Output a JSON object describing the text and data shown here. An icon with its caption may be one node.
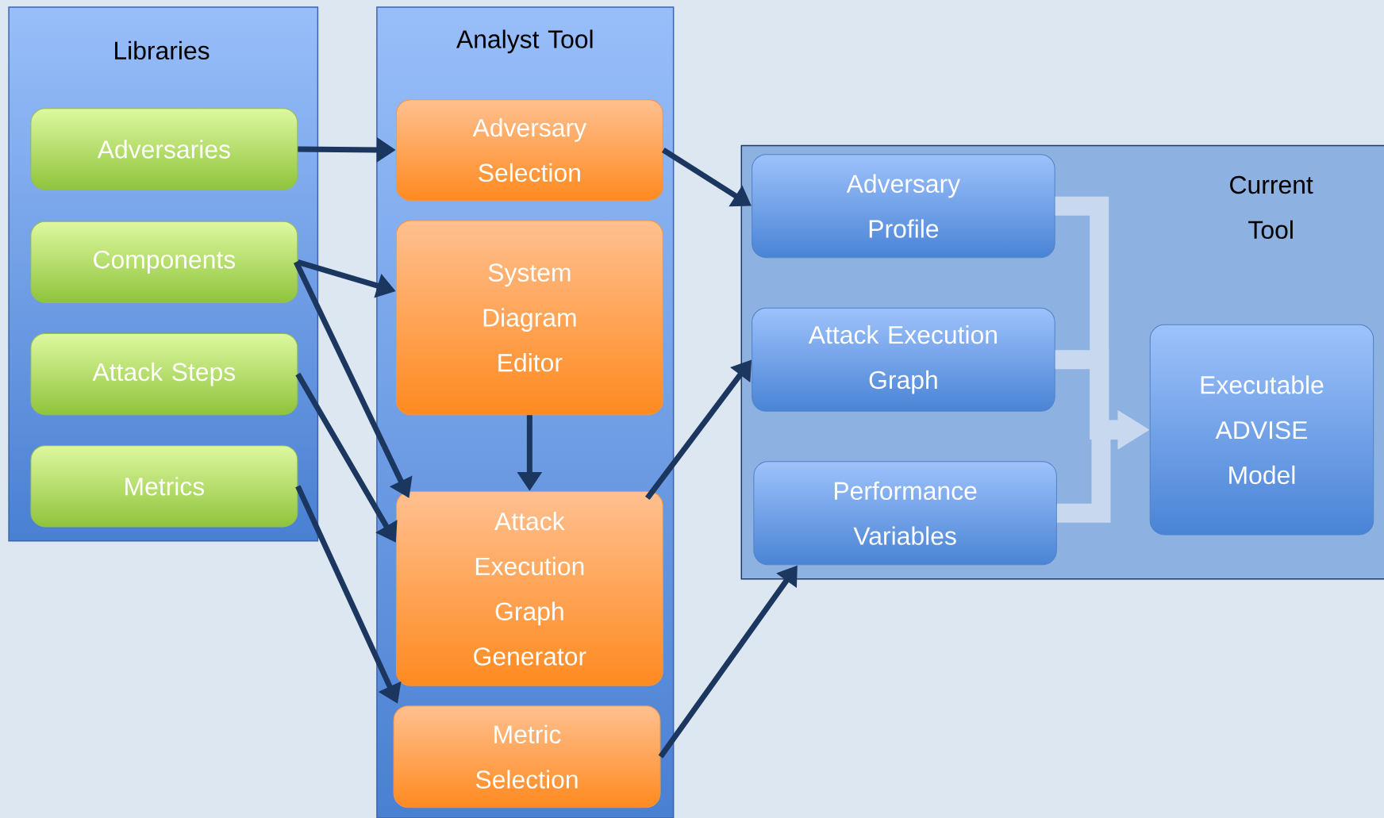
{
  "diagram": {
    "nodes": [
      {
        "text": [
          "Libraries"
        ]
      },
      {
        "text": [
          "Adversaries"
        ],
        "in": 0
      },
      {
        "text": [
          "Components"
        ],
        "in": 0
      },
      {
        "text": [
          "Attack Steps"
        ],
        "in": 0
      },
      {
        "text": [
          "Metrics"
        ],
        "in": 0
      },
      {
        "text": [
          "Analyst Tool"
        ]
      },
      {
        "text": [
          "Adversary Selection"
        ],
        "in": 5
      },
      {
        "text": [
          "System Diagram Editor"
        ],
        "in": 5
      },
      {
        "text": [
          "Attack Execution Graph Generator"
        ],
        "in": 5
      },
      {
        "text": [
          "Metric Selection"
        ],
        "in": 5
      },
      {
        "text": [
          "Current Tool"
        ]
      },
      {
        "text": [
          "Adversary Profile"
        ],
        "in": 10
      },
      {
        "text": [
          "Attack Execution Graph"
        ],
        "in": 10
      },
      {
        "text": [
          "Performance Variables"
        ],
        "in": 10
      },
      {
        "text": [
          "Executable ADVISE Model"
        ],
        "in": 10
      }
    ],
    "edges": [
      {
        "from": 1,
        "to": 6,
        "arrow": "to"
      },
      {
        "from": 2,
        "to": 7,
        "arrow": "to"
      },
      {
        "from": 2,
        "to": 8,
        "arrow": "to"
      },
      {
        "from": 3,
        "to": 8,
        "arrow": "to"
      },
      {
        "from": 4,
        "to": 9,
        "arrow": "to"
      },
      {
        "from": 7,
        "to": 8,
        "arrow": "to"
      },
      {
        "from": 6,
        "to": 11,
        "arrow": "to"
      },
      {
        "from": 8,
        "to": 12,
        "arrow": "to"
      },
      {
        "from": 9,
        "to": 13,
        "arrow": "to"
      },
      {
        "from": 11,
        "to": 14,
        "arrow": "to",
        "style": "thick",
        "color": "#c8d8ee"
      },
      {
        "from": 12,
        "to": 14,
        "arrow": "to",
        "style": "thick",
        "color": "#c8d8ee"
      },
      {
        "from": 13,
        "to": 14,
        "arrow": "to",
        "style": "thick",
        "color": "#c8d8ee"
      }
    ]
  }
}
